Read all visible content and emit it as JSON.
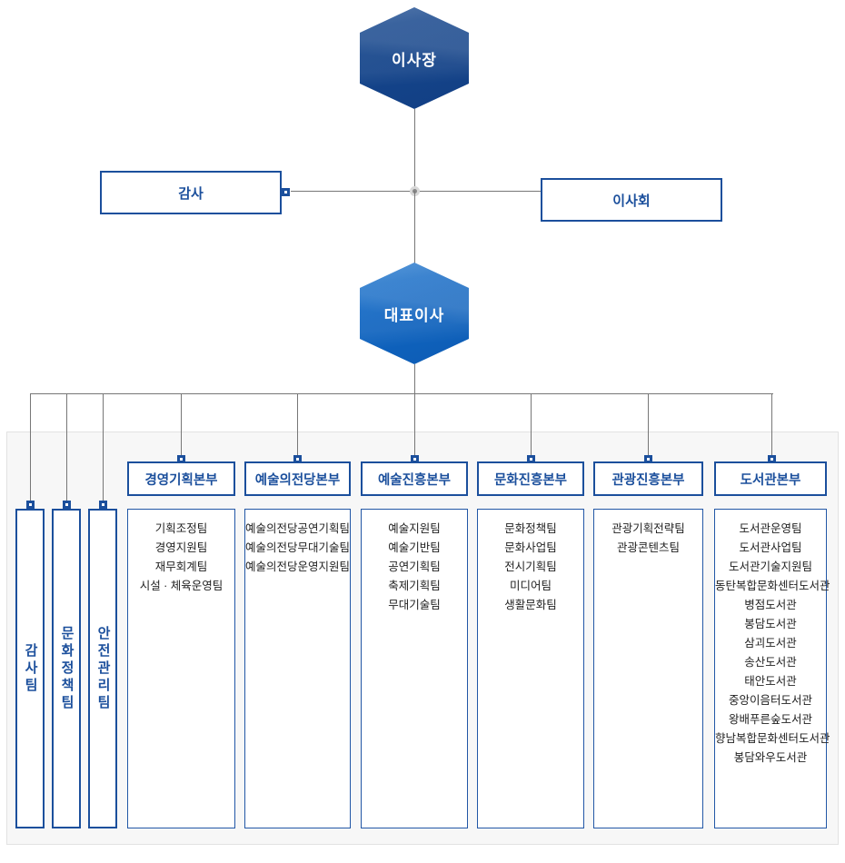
{
  "chart": {
    "title_nodes": {
      "chairman": "이사장",
      "ceo": "대표이사"
    },
    "side_boxes": {
      "auditor": "감사",
      "board": "이사회"
    },
    "vertical_teams": [
      {
        "name": "감사팀"
      },
      {
        "name": "문화정책팀"
      },
      {
        "name": "안전관리팀"
      }
    ],
    "divisions": [
      {
        "header": "경영기획본부",
        "teams": [
          "기획조정팀",
          "경영지원팀",
          "재무회계팀",
          "시설 · 체육운영팀"
        ]
      },
      {
        "header": "예술의전당본부",
        "teams": [
          "예술의전당공연기획팀",
          "예술의전당무대기술팀",
          "예술의전당운영지원팀"
        ]
      },
      {
        "header": "예술진흥본부",
        "teams": [
          "예술지원팀",
          "예술기반팀",
          "공연기획팀",
          "축제기획팀",
          "무대기술팀"
        ]
      },
      {
        "header": "문화진흥본부",
        "teams": [
          "문화정책팀",
          "문화사업팀",
          "전시기획팀",
          "미디어팀",
          "생활문화팀"
        ]
      },
      {
        "header": "관광진흥본부",
        "teams": [
          "관광기획전략팀",
          "관광콘텐츠팀"
        ]
      },
      {
        "header": "도서관본부",
        "teams": [
          "도서관운영팀",
          "도서관사업팀",
          "도서관기술지원팀",
          "동탄복합문화센터도서관",
          "병점도서관",
          "봉담도서관",
          "삼괴도서관",
          "송산도서관",
          "태안도서관",
          "중앙이음터도서관",
          "왕배푸른숲도서관",
          "향남복합문화센터도서관",
          "봉담와우도서관"
        ]
      }
    ],
    "colors": {
      "hex_dark_blue": "#14448a",
      "hex_bright_blue": "#0f64c0",
      "box_border_blue": "#1b4f9c",
      "connector_gray": "#777777",
      "panel_bg": "#f7f7f7"
    }
  }
}
